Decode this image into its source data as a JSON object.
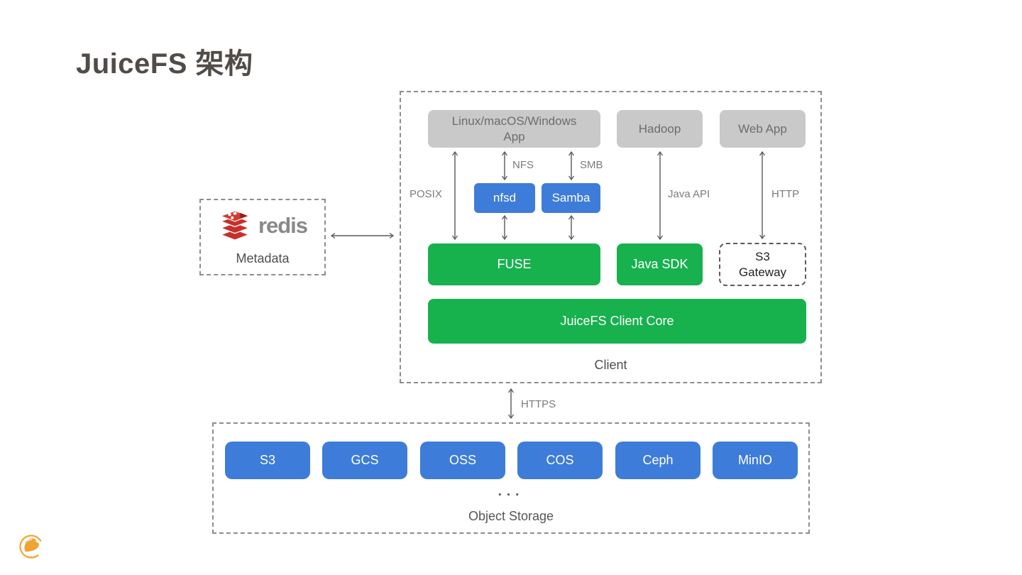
{
  "title": "JuiceFS 架构",
  "colors": {
    "green": "#17b14e",
    "blue": "#3e7cd9",
    "gray_box": "#c9c9c9",
    "dashed_border": "#8d8d8d",
    "arrow": "#595959",
    "redis_red": "#c6302b",
    "mascot_orange": "#f0a432"
  },
  "icons": {
    "redis_logo": "redis-stack-logo",
    "mascot": "orange-mascot-badge"
  },
  "redis": {
    "wordmark": "redis",
    "caption": "Metadata"
  },
  "client": {
    "caption": "Client",
    "apps": {
      "linux": "Linux/macOS/Windows App",
      "hadoop": "Hadoop",
      "webapp": "Web App"
    },
    "nfsd": "nfsd",
    "samba": "Samba",
    "fuse": "FUSE",
    "java_sdk": "Java SDK",
    "s3_gateway_line1": "S3",
    "s3_gateway_line2": "Gateway",
    "core": "JuiceFS Client Core",
    "protocol_labels": {
      "posix": "POSIX",
      "nfs": "NFS",
      "smb": "SMB",
      "java_api": "Java API",
      "http": "HTTP"
    }
  },
  "link_labels": {
    "https": "HTTPS"
  },
  "object_storage": {
    "caption": "Object Storage",
    "ellipsis": "...",
    "providers": [
      "S3",
      "GCS",
      "OSS",
      "COS",
      "Ceph",
      "MinIO"
    ]
  }
}
